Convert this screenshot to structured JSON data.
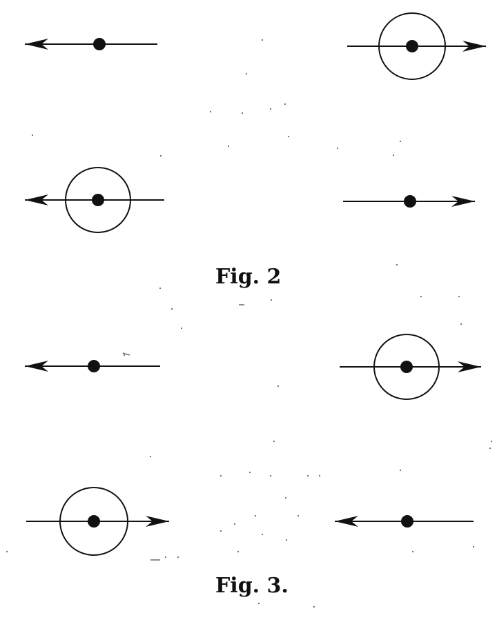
{
  "figures": [
    {
      "caption": "Fig. 2",
      "elements": [
        {
          "id": "f2-a",
          "direction": "left",
          "ring": false
        },
        {
          "id": "f2-b",
          "direction": "right",
          "ring": true
        },
        {
          "id": "f2-c",
          "direction": "left",
          "ring": true
        },
        {
          "id": "f2-d",
          "direction": "right",
          "ring": false
        }
      ]
    },
    {
      "caption": "Fig. 3.",
      "elements": [
        {
          "id": "f3-a",
          "direction": "left",
          "ring": false
        },
        {
          "id": "f3-b",
          "direction": "right",
          "ring": true
        },
        {
          "id": "f3-c",
          "direction": "right",
          "ring": true
        },
        {
          "id": "f3-d",
          "direction": "left",
          "ring": false
        }
      ]
    }
  ],
  "colors": {
    "ink": "#111111",
    "paper": "#ffffff"
  }
}
